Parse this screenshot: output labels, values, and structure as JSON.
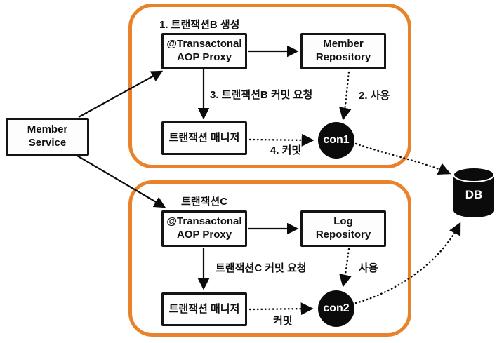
{
  "diagram_title": "transaction-propagation-requires-new",
  "colors": {
    "boundary_orange": "#E8832C",
    "node_border": "#141414",
    "node_fill": "#FDFDFD",
    "connection_black": "#0B0B0B",
    "db_black": "#0B0B0B"
  },
  "nodes": {
    "member_service": {
      "line1": "Member",
      "line2": "Service"
    },
    "aop_proxy_b": {
      "line1": "@Transactonal",
      "line2": "AOP Proxy"
    },
    "member_repository": {
      "line1": "Member",
      "line2": "Repository"
    },
    "tx_manager_b": {
      "label": "트랜잭션 매니저"
    },
    "con1": {
      "label": "con1"
    },
    "aop_proxy_c": {
      "line1": "@Transactonal",
      "line2": "AOP Proxy"
    },
    "log_repository": {
      "line1": "Log",
      "line2": "Repository"
    },
    "tx_manager_c": {
      "label": "트랜잭션 매니저"
    },
    "con2": {
      "label": "con2"
    },
    "db": {
      "label": "DB"
    }
  },
  "labels": {
    "tx_b_create": "1. 트랜잭션B 생성",
    "tx_b_commit_request": "3. 트랜잭션B 커밋 요청",
    "use_b": "2. 사용",
    "commit_b": "4. 커밋",
    "tx_c_title": "트랜잭션C",
    "tx_c_commit_request": "트랜잭션C 커밋 요청",
    "use_c": "사용",
    "commit_c": "커밋"
  }
}
